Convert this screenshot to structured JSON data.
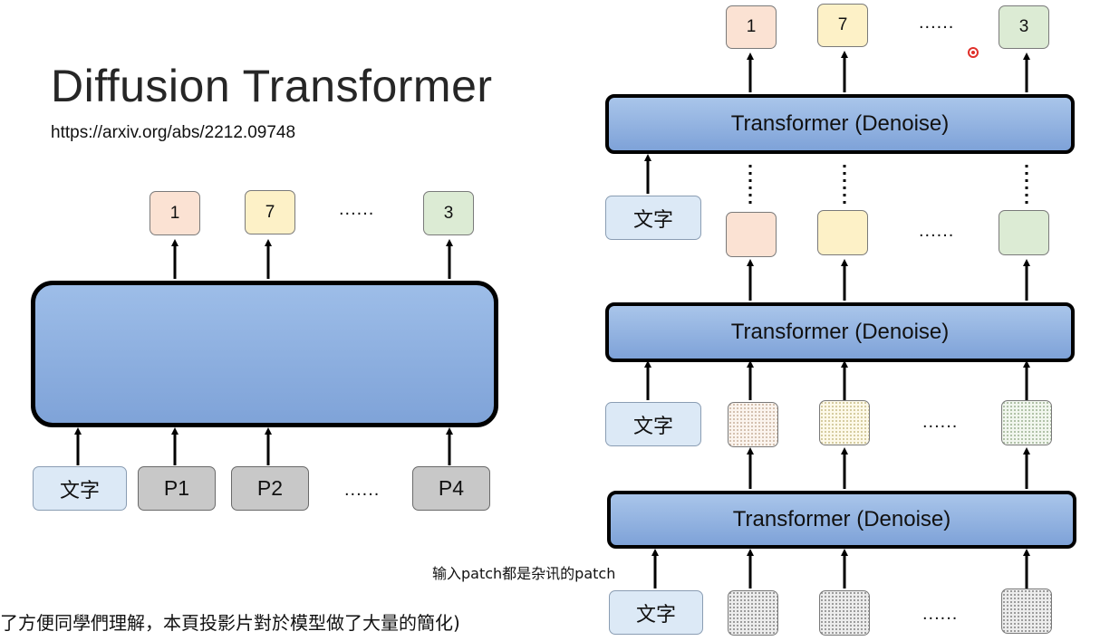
{
  "slide": {
    "title": "Diffusion Transformer",
    "link": "https://arxiv.org/abs/2212.09748"
  },
  "left_diagram": {
    "outputs": [
      "1",
      "7",
      "3"
    ],
    "output_ellipsis": "......",
    "inputs": [
      "文字",
      "P1",
      "P2",
      "P4"
    ],
    "input_ellipsis": "......"
  },
  "right_diagram": {
    "outputs": [
      "1",
      "7",
      "3"
    ],
    "output_ellipsis": "......",
    "block_label": "Transformer (Denoise)",
    "text_label": "文字",
    "ellipsis": "......"
  },
  "subtitles": {
    "annotation": "输入patch都是杂讯的patch",
    "bottom": "了方便同學們理解，本頁投影片對於模型做了大量的簡化)"
  },
  "colors": {
    "block": "#8eb0e0",
    "text_box": "#dce9f6",
    "patch_box": "#c8c8c8",
    "out_orange": "#fbe2d3",
    "out_yellow": "#fdf1c7",
    "out_green": "#dcebd4",
    "cursor": "#e0302a"
  }
}
